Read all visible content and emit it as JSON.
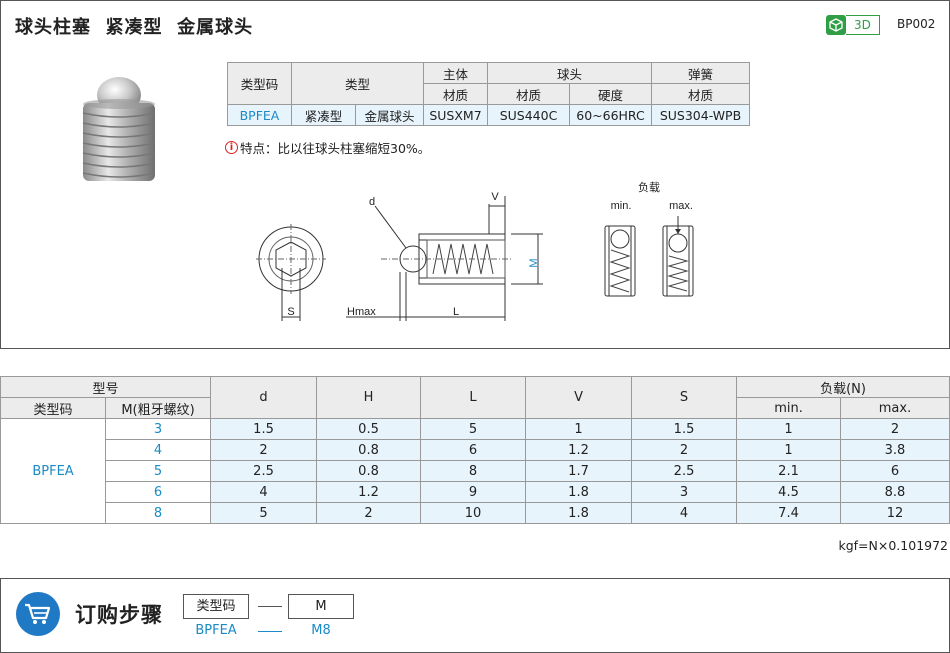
{
  "header": {
    "title": "球头柱塞  紧凑型  金属球头",
    "badge_3d": "3D",
    "code": "BP002"
  },
  "spec_table": {
    "h_type_code": "类型码",
    "h_type": "类型",
    "h_main": "主体",
    "h_ball": "球头",
    "h_spring": "弹簧",
    "h_material": "材质",
    "h_hardness": "硬度",
    "type_code": "BPFEA",
    "type_a": "紧凑型",
    "type_b": "金属球头",
    "main_material": "SUSXM7",
    "ball_material": "SUS440C",
    "ball_hardness": "60~66HRC",
    "spring_material": "SUS304-WPB"
  },
  "note": {
    "icon": "i",
    "text": "特点：比以往球头柱塞缩短30%。"
  },
  "drawing": {
    "d": "d",
    "V": "V",
    "M": "M",
    "S": "S",
    "Hmax": "Hmax",
    "L": "L",
    "load": "负载",
    "min": "min.",
    "max": "max."
  },
  "dim_table": {
    "h_model": "型号",
    "h_type_code": "类型码",
    "h_thread": "M(粗牙螺纹)",
    "h_d": "d",
    "h_H": "H",
    "h_L": "L",
    "h_V": "V",
    "h_S": "S",
    "h_load": "负载(N)",
    "h_min": "min.",
    "h_max": "max.",
    "type_code": "BPFEA",
    "rows": [
      {
        "M": "3",
        "d": "1.5",
        "H": "0.5",
        "L": "5",
        "V": "1",
        "S": "1.5",
        "min": "1",
        "max": "2"
      },
      {
        "M": "4",
        "d": "2",
        "H": "0.8",
        "L": "6",
        "V": "1.2",
        "S": "2",
        "min": "1",
        "max": "3.8"
      },
      {
        "M": "5",
        "d": "2.5",
        "H": "0.8",
        "L": "8",
        "V": "1.7",
        "S": "2.5",
        "min": "2.1",
        "max": "6"
      },
      {
        "M": "6",
        "d": "4",
        "H": "1.2",
        "L": "9",
        "V": "1.8",
        "S": "3",
        "min": "4.5",
        "max": "8.8"
      },
      {
        "M": "8",
        "d": "5",
        "H": "2",
        "L": "10",
        "V": "1.8",
        "S": "4",
        "min": "7.4",
        "max": "12"
      }
    ]
  },
  "conversion": "kgf=N×0.101972",
  "order": {
    "title": "订购步骤",
    "box1": "类型码",
    "box2": "M",
    "val1": "BPFEA",
    "val2": "M8"
  },
  "colors": {
    "accent_blue": "#1a8bc6",
    "badge_green": "#2f9e44",
    "cart_blue": "#2079c4"
  },
  "icons": [
    "cube-3d-icon",
    "info-icon",
    "shopping-cart-icon"
  ]
}
